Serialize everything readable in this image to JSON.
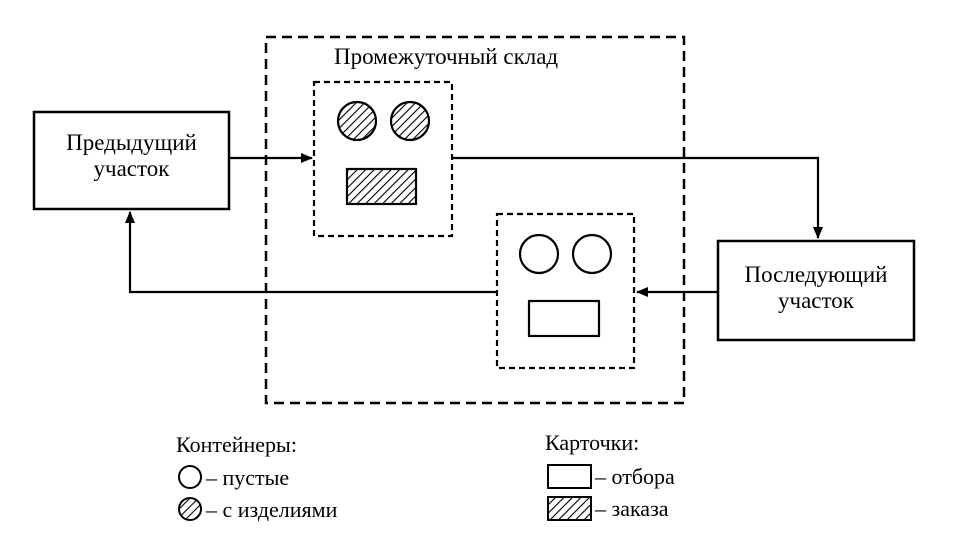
{
  "diagram": {
    "warehouse_title": "Промежуточный склад",
    "previous_section": {
      "line1": "Предыдущий",
      "line2": "участок"
    },
    "next_section": {
      "line1": "Последующий",
      "line2": "участок"
    }
  },
  "legend": {
    "containers": {
      "title": "Контейнеры:",
      "empty": "– пустые",
      "with_products": "– с изделиями"
    },
    "cards": {
      "title": "Карточки:",
      "selection": "– отбора",
      "order": "– заказа"
    }
  }
}
